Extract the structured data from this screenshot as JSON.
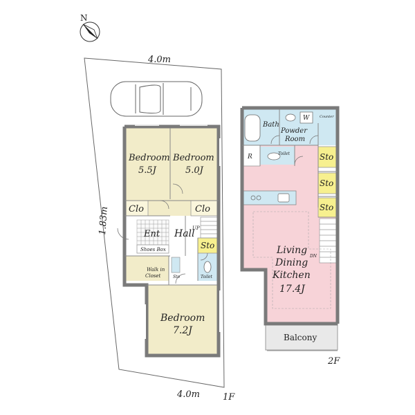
{
  "compass": {
    "north_label": "N"
  },
  "dimensions": {
    "top": "4.0m",
    "bottom": "4.0m",
    "side": "1.83m"
  },
  "floors": {
    "first": "1F",
    "second": "2F"
  },
  "rooms_1f": {
    "bedroom_a": {
      "name": "Bedroom",
      "size": "5.5J"
    },
    "bedroom_b": {
      "name": "Bedroom",
      "size": "5.0J"
    },
    "closet_a": "Clo",
    "closet_b": "Clo",
    "entrance": "Ent",
    "hall": "Hall",
    "up": "UP",
    "shoes_box": "Shoes Box",
    "storage": "Sto",
    "walk_in_closet_1": "Walk in",
    "walk_in_closet_2": "Closet",
    "small_storage": "Sto",
    "toilet": "Toilet",
    "bedroom_c": {
      "name": "Bedroom",
      "size": "7.2J"
    }
  },
  "rooms_2f": {
    "bath": "Bath",
    "washer": "W",
    "counter": "Counter",
    "powder_room_1": "Powder",
    "powder_room_2": "Room",
    "toilet": "Toilet",
    "refrigerator": "R",
    "storage_1": "Sto",
    "storage_2": "Sto",
    "storage_3": "Sto",
    "ldk_1": "Living",
    "ldk_2": "Dining",
    "ldk_3": "Kitchen",
    "ldk_size": "17.4J",
    "down": "DN",
    "balcony": "Balcony"
  },
  "colors": {
    "bedroom": "#f2ecc9",
    "wet_area": "#cfe8f2",
    "ldk": "#f7d3d8",
    "closet": "#faf6dc",
    "balcony": "#e9e9e9",
    "wall": "#7a7a7a",
    "storage_highlight": "#f7f08f"
  }
}
